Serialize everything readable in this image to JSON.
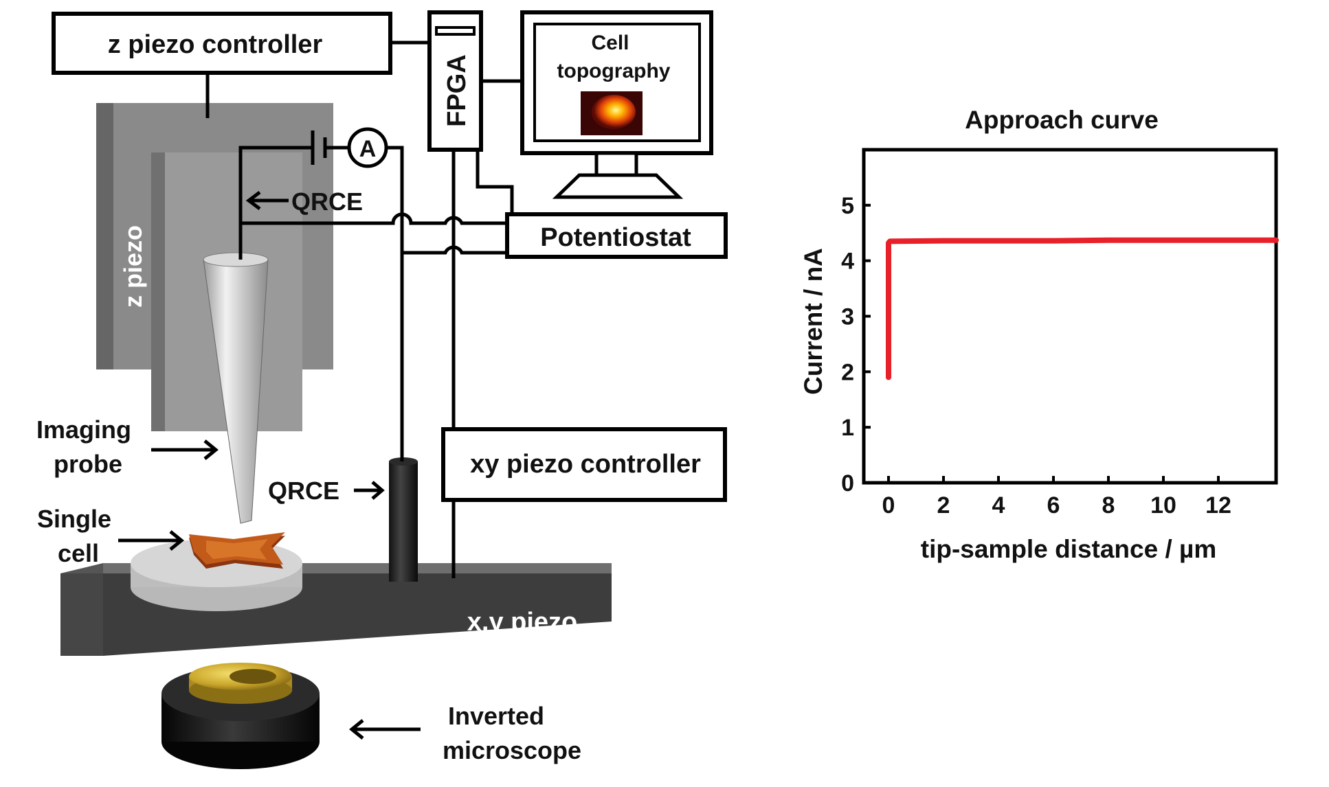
{
  "labels": {
    "z_controller": "z piezo controller",
    "fpga": "FPGA",
    "monitor_line1": "Cell",
    "monitor_line2": "topography",
    "ammeter": "A",
    "qrce_top": "QRCE",
    "potentiostat": "Potentiostat",
    "z_piezo": "z piezo",
    "imaging_probe_line1": "Imaging",
    "imaging_probe_line2": "probe",
    "qrce_bottom": "QRCE",
    "xy_controller": "xy piezo controller",
    "single_cell_line1": "Single",
    "single_cell_line2": "cell",
    "xy_stage": "x,y piezo",
    "microscope_line1": "Inverted",
    "microscope_line2": "microscope"
  },
  "colors": {
    "trace": "#e8202a",
    "cell": "#b84a12",
    "gold": "#c9a52a",
    "piezo_gray": "#8a8a8a",
    "stage_gray": "#555555"
  },
  "chart_data": {
    "type": "line",
    "title": "Approach curve",
    "xlabel": "tip-sample distance / µm",
    "ylabel": "Current / nA",
    "xlim": [
      -0.9,
      14.1
    ],
    "ylim": [
      0,
      6
    ],
    "x_ticks": [
      0,
      2,
      4,
      6,
      8,
      10,
      12
    ],
    "y_ticks": [
      0,
      1,
      2,
      3,
      4,
      5
    ],
    "grid": false,
    "series": [
      {
        "x": [
          0,
          0,
          0.05,
          2,
          4,
          6,
          8,
          10,
          12,
          14.1
        ],
        "y": [
          1.9,
          4.32,
          4.35,
          4.36,
          4.36,
          4.36,
          4.37,
          4.37,
          4.37,
          4.37
        ]
      }
    ]
  }
}
